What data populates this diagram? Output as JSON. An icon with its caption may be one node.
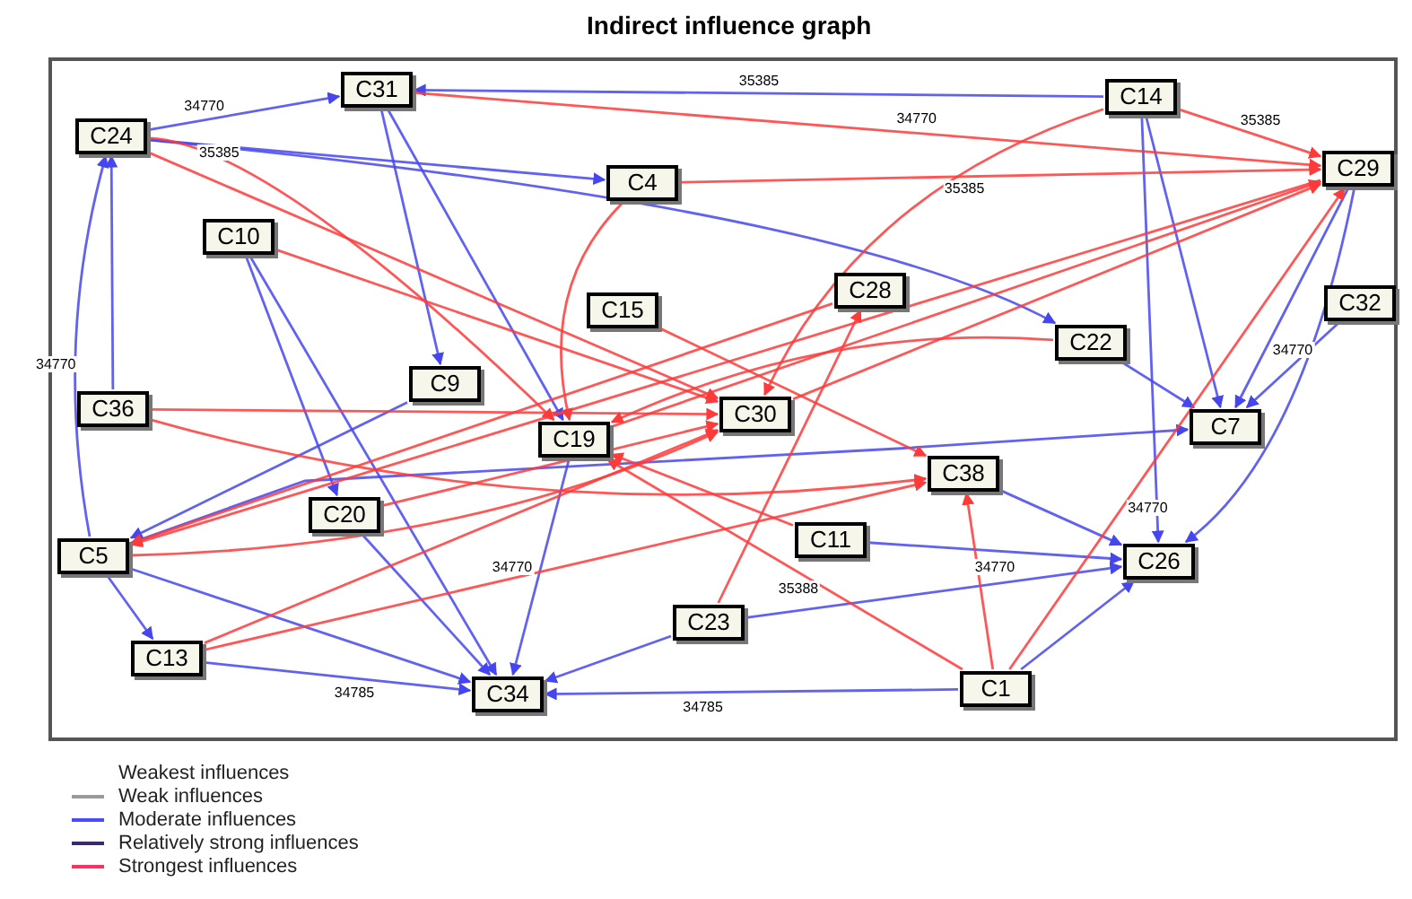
{
  "diagram": {
    "title": "Indirect influence graph",
    "nodes": [
      {
        "text": [
          "C31"
        ]
      },
      {
        "text": [
          "C14"
        ]
      },
      {
        "text": [
          "C24"
        ]
      },
      {
        "text": [
          "C29"
        ]
      },
      {
        "text": [
          "C4"
        ]
      },
      {
        "text": [
          "C10"
        ]
      },
      {
        "text": [
          "C28"
        ]
      },
      {
        "text": [
          "C15"
        ]
      },
      {
        "text": [
          "C32"
        ]
      },
      {
        "text": [
          "C22"
        ]
      },
      {
        "text": [
          "C9"
        ]
      },
      {
        "text": [
          "C36"
        ]
      },
      {
        "text": [
          "C19"
        ]
      },
      {
        "text": [
          "C30"
        ]
      },
      {
        "text": [
          "C7"
        ]
      },
      {
        "text": [
          "C38"
        ]
      },
      {
        "text": [
          "C20"
        ]
      },
      {
        "text": [
          "C5"
        ]
      },
      {
        "text": [
          "C11"
        ]
      },
      {
        "text": [
          "C26"
        ]
      },
      {
        "text": [
          "C23"
        ]
      },
      {
        "text": [
          "C13"
        ]
      },
      {
        "text": [
          "C34"
        ]
      },
      {
        "text": [
          "C1"
        ]
      }
    ],
    "edges": [
      {
        "from": 2,
        "to": 0,
        "arrow": "to",
        "label": "34770"
      },
      {
        "from": 1,
        "to": 0,
        "arrow": "to",
        "label": "35385"
      },
      {
        "from": 17,
        "to": 2,
        "arrow": "to",
        "label": "34770"
      },
      {
        "from": 11,
        "to": 2,
        "arrow": "to"
      },
      {
        "from": 21,
        "to": 22,
        "arrow": "to",
        "label": "34785"
      },
      {
        "from": 23,
        "to": 22,
        "arrow": "to",
        "label": "34785"
      },
      {
        "from": 17,
        "to": 22,
        "arrow": "to"
      },
      {
        "from": 17,
        "to": 21,
        "arrow": "to"
      },
      {
        "from": 16,
        "to": 22,
        "arrow": "to"
      },
      {
        "from": 12,
        "to": 22,
        "arrow": "to",
        "label": "34770"
      },
      {
        "from": 20,
        "to": 22,
        "arrow": "to"
      },
      {
        "from": 0,
        "to": 12,
        "arrow": "to"
      },
      {
        "from": 0,
        "to": 10,
        "arrow": "to"
      },
      {
        "from": 1,
        "to": 14,
        "arrow": "to"
      },
      {
        "from": 1,
        "to": 19,
        "arrow": "to"
      },
      {
        "from": 3,
        "to": 14,
        "arrow": "to"
      },
      {
        "from": 3,
        "to": 19,
        "arrow": "to"
      },
      {
        "from": 8,
        "to": 14,
        "arrow": "to",
        "label": "34770"
      },
      {
        "from": 9,
        "to": 14,
        "arrow": "to"
      },
      {
        "from": 23,
        "to": 19,
        "arrow": "to"
      },
      {
        "from": 18,
        "to": 19,
        "arrow": "to",
        "label": "34770"
      },
      {
        "from": 15,
        "to": 19,
        "arrow": "to"
      },
      {
        "from": 20,
        "to": 19,
        "arrow": "to"
      },
      {
        "from": 2,
        "to": 4,
        "arrow": "to"
      },
      {
        "from": 2,
        "to": 9,
        "arrow": "to"
      },
      {
        "from": 5,
        "to": 16,
        "arrow": "to"
      },
      {
        "from": 5,
        "to": 22,
        "arrow": "to"
      },
      {
        "from": 10,
        "to": 17,
        "arrow": "to"
      },
      {
        "from": 17,
        "to": 14,
        "arrow": "to"
      },
      {
        "from": 2,
        "to": 13,
        "arrow": "to",
        "color": "#ff3a3a"
      },
      {
        "from": 2,
        "to": 12,
        "arrow": "to",
        "color": "#ff3a3a",
        "label": "35385"
      },
      {
        "from": 5,
        "to": 13,
        "arrow": "to",
        "color": "#ff3a3a"
      },
      {
        "from": 1,
        "to": 3,
        "arrow": "to",
        "color": "#ff3a3a",
        "label": "35385"
      },
      {
        "from": 0,
        "to": 3,
        "arrow": "to",
        "color": "#ff3a3a",
        "label": "34770"
      },
      {
        "from": 4,
        "to": 3,
        "arrow": "to",
        "color": "#ff3a3a",
        "label": "35385"
      },
      {
        "from": 4,
        "to": 12,
        "arrow": "to",
        "color": "#ff3a3a"
      },
      {
        "from": 6,
        "to": 17,
        "arrow": "to",
        "color": "#ff3a3a"
      },
      {
        "from": 7,
        "to": 15,
        "arrow": "to",
        "color": "#ff3a3a"
      },
      {
        "from": 13,
        "to": 3,
        "arrow": "to",
        "color": "#ff3a3a"
      },
      {
        "from": 12,
        "to": 3,
        "arrow": "to",
        "color": "#ff3a3a"
      },
      {
        "from": 9,
        "to": 12,
        "arrow": "to",
        "color": "#ff3a3a"
      },
      {
        "from": 21,
        "to": 13,
        "arrow": "to",
        "color": "#ff3a3a"
      },
      {
        "from": 21,
        "to": 15,
        "arrow": "to",
        "color": "#ff3a3a"
      },
      {
        "from": 17,
        "to": 13,
        "arrow": "to",
        "color": "#ff3a3a"
      },
      {
        "from": 11,
        "to": 13,
        "arrow": "to",
        "color": "#ff3a3a"
      },
      {
        "from": 23,
        "to": 15,
        "arrow": "to",
        "color": "#ff3a3a"
      },
      {
        "from": 23,
        "to": 12,
        "arrow": "to",
        "color": "#ff3a3a",
        "label": "35388"
      },
      {
        "from": 23,
        "to": 3,
        "arrow": "to",
        "color": "#ff3a3a",
        "label": "34770"
      },
      {
        "from": 18,
        "to": 12,
        "arrow": "to",
        "color": "#ff3a3a"
      },
      {
        "from": 16,
        "to": 13,
        "arrow": "to",
        "color": "#ff3a3a"
      },
      {
        "from": 20,
        "to": 6,
        "arrow": "to",
        "color": "#ff3a3a"
      },
      {
        "from": 3,
        "to": 17,
        "arrow": "to",
        "color": "#ff3a3a"
      },
      {
        "from": 1,
        "to": 13,
        "arrow": "to",
        "color": "#ff3a3a"
      },
      {
        "from": 11,
        "to": 15,
        "arrow": "to",
        "color": "#ff3a3a"
      }
    ],
    "legend": [
      {
        "text": "Weakest influences"
      },
      {
        "text": "Weak influences"
      },
      {
        "text": "Moderate influences"
      },
      {
        "text": "Relatively strong influences"
      },
      {
        "text": "Strongest influences"
      }
    ]
  }
}
